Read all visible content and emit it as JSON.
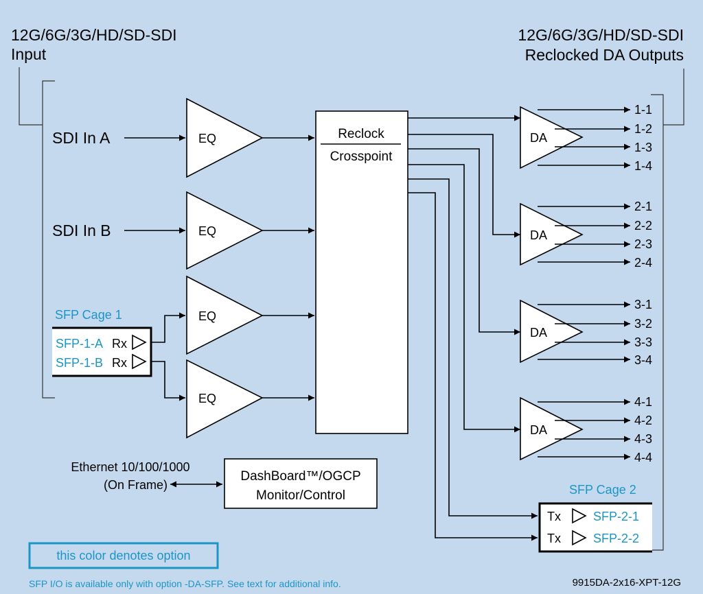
{
  "input_title": [
    "12G/6G/3G/HD/SD-SDI",
    "Input"
  ],
  "output_title": [
    "12G/6G/3G/HD/SD-SDI",
    "Reclocked DA Outputs"
  ],
  "inputs": {
    "a": "SDI In A",
    "b": "SDI In B"
  },
  "eq_label": "EQ",
  "crosspoint": {
    "line1": "Reclock",
    "line2": "Crosspoint"
  },
  "sfp_cage1": {
    "title": "SFP Cage 1",
    "ports": [
      {
        "name": "SFP-1-A",
        "dir": "Rx"
      },
      {
        "name": "SFP-1-B",
        "dir": "Rx"
      }
    ]
  },
  "da_label": "DA",
  "outputs": [
    [
      "1-1",
      "1-2",
      "1-3",
      "1-4"
    ],
    [
      "2-1",
      "2-2",
      "2-3",
      "2-4"
    ],
    [
      "3-1",
      "3-2",
      "3-3",
      "3-4"
    ],
    [
      "4-1",
      "4-2",
      "4-3",
      "4-4"
    ]
  ],
  "sfp_cage2": {
    "title": "SFP Cage 2",
    "ports": [
      {
        "name": "SFP-2-1",
        "dir": "Tx"
      },
      {
        "name": "SFP-2-2",
        "dir": "Tx"
      }
    ]
  },
  "ethernet": {
    "line1": "Ethernet 10/100/1000",
    "line2": "(On Frame)"
  },
  "dashboard": {
    "line1": "DashBoard™/OGCP",
    "line2": "Monitor/Control"
  },
  "legend": "this color denotes option",
  "footnote": "SFP I/O is available only with option -DA-SFP.  See text for additional info.",
  "model": "9915DA-2x16-XPT-12G",
  "colors": {
    "background": "#c5d9ee",
    "option": "#1c95c4"
  }
}
